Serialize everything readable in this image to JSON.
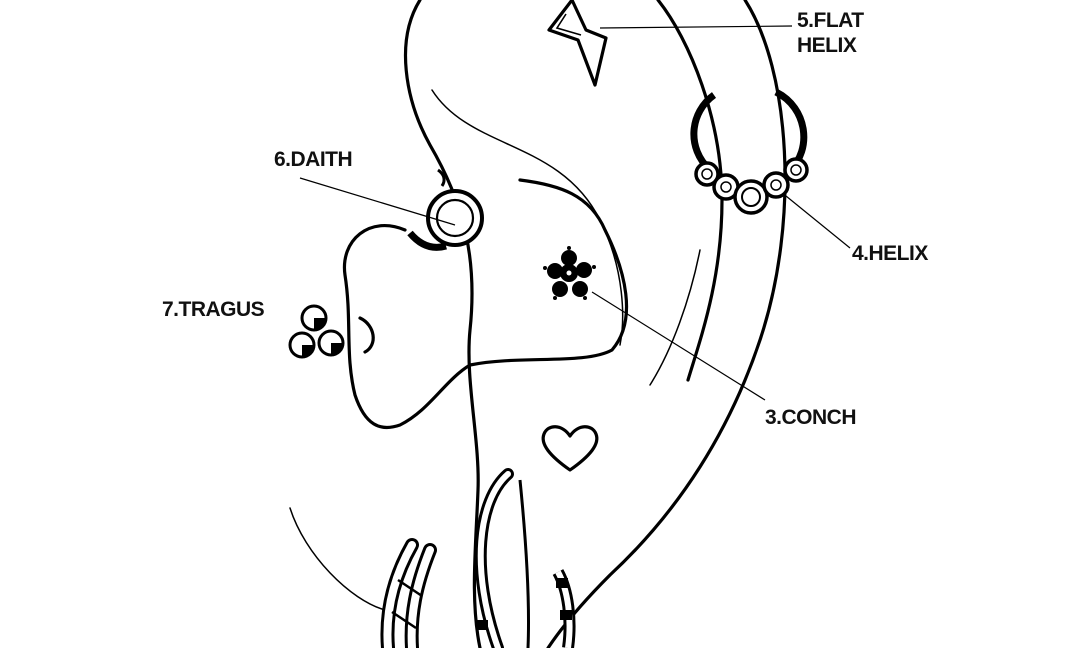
{
  "diagram": {
    "labels": {
      "flat_helix_line1": "5.FLAT",
      "flat_helix_line2": "HELIX",
      "helix": "4.HELIX",
      "conch": "3.CONCH",
      "daith": "6.DAITH",
      "tragus": "7.TRAGUS"
    },
    "colors": {
      "ink": "#000000",
      "background": "#ffffff"
    },
    "icons": [
      "lightning-bolt-stud",
      "beaded-hoop",
      "flower-stud",
      "heart-stud",
      "daith-ring",
      "trinity-stud",
      "earlobe-hoop",
      "twisted-hoop"
    ]
  }
}
